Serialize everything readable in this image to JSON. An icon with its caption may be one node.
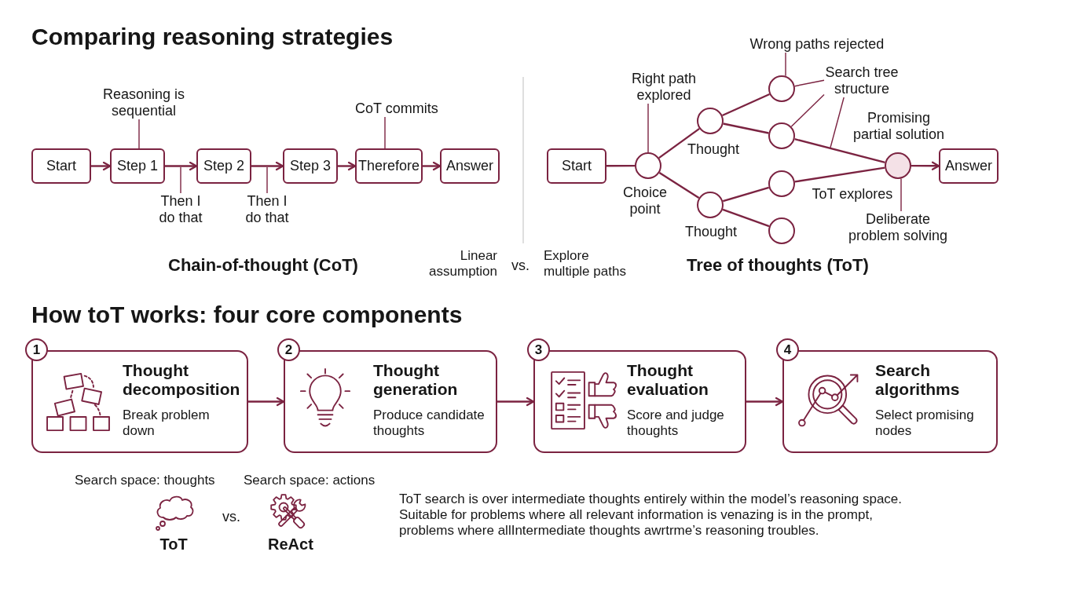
{
  "diagram": {
    "title": "Comparing reasoning strategies",
    "nodes": [
      {
        "text": [
          "Start"
        ]
      },
      {
        "text": [
          "Step 1"
        ]
      },
      {
        "text": [
          "Step 2"
        ]
      },
      {
        "text": [
          "Step 3"
        ]
      },
      {
        "text": [
          "Therefore"
        ]
      },
      {
        "text": [
          "Answer"
        ]
      },
      {
        "text": [
          "Reasoning is sequential"
        ]
      },
      {
        "text": [
          "Then I do that"
        ]
      },
      {
        "text": [
          "Then I do that"
        ]
      },
      {
        "text": [
          "CoT commits"
        ]
      },
      {
        "text": [
          "Start"
        ]
      },
      {
        "text": [],
        "shape": "circle",
        "beside": [
          "Choice point"
        ]
      },
      {
        "text": [],
        "shape": "circle",
        "beside": [
          "Thought"
        ]
      },
      {
        "text": [],
        "shape": "circle",
        "beside": [
          "Thought"
        ]
      },
      {
        "text": [],
        "shape": "circle"
      },
      {
        "text": [],
        "shape": "circle"
      },
      {
        "text": [],
        "shape": "circle"
      },
      {
        "text": [],
        "shape": "circle"
      },
      {
        "text": [],
        "shape": "circle",
        "beside": [
          "Promising partial solution"
        ]
      },
      {
        "text": [
          "Answer"
        ]
      },
      {
        "text": [
          "Right path explored"
        ]
      },
      {
        "text": [
          "Wrong paths rejected"
        ]
      },
      {
        "text": [
          "Search tree structure"
        ]
      },
      {
        "text": [
          "Deliberate problem solving"
        ]
      },
      {
        "text": [
          "1",
          "Thought decomposition",
          "Break problem down"
        ]
      },
      {
        "text": [
          "2",
          "Thought generation",
          "Produce candidate thoughts"
        ]
      },
      {
        "text": [
          "3",
          "Thought evaluation",
          "Score and judge thoughts"
        ]
      },
      {
        "text": [
          "4",
          "Search algorithms",
          "Select promising nodes"
        ]
      }
    ],
    "edges": [
      {
        "from": 0,
        "to": 1,
        "arrow": "to"
      },
      {
        "from": 1,
        "to": 2,
        "arrow": "to"
      },
      {
        "from": 2,
        "to": 3,
        "arrow": "to"
      },
      {
        "from": 3,
        "to": 4,
        "arrow": "to"
      },
      {
        "from": 4,
        "to": 5,
        "arrow": "to"
      },
      {
        "from": 6,
        "to": 1,
        "arrow": "none"
      },
      {
        "from": 7,
        "to": null,
        "arrow": "none"
      },
      {
        "from": 8,
        "to": null,
        "arrow": "none"
      },
      {
        "from": 9,
        "to": 4,
        "arrow": "none"
      },
      {
        "from": 10,
        "to": 11,
        "arrow": "none"
      },
      {
        "from": 11,
        "to": 12,
        "arrow": "none"
      },
      {
        "from": 11,
        "to": 13,
        "arrow": "none"
      },
      {
        "from": 12,
        "to": 14,
        "arrow": "none"
      },
      {
        "from": 12,
        "to": 15,
        "arrow": "none"
      },
      {
        "from": 13,
        "to": 16,
        "arrow": "none"
      },
      {
        "from": 13,
        "to": 17,
        "arrow": "none"
      },
      {
        "from": 15,
        "to": 18,
        "arrow": "none"
      },
      {
        "from": 16,
        "to": 18,
        "arrow": "none"
      },
      {
        "from": 18,
        "to": 19,
        "arrow": "to"
      },
      {
        "from": 20,
        "to": 11,
        "arrow": "none"
      },
      {
        "from": 21,
        "to": 14,
        "arrow": "none"
      },
      {
        "from": 22,
        "to": 14,
        "arrow": "none"
      },
      {
        "from": 22,
        "to": 15,
        "arrow": "none"
      },
      {
        "from": 22,
        "to": null,
        "arrow": "none"
      },
      {
        "from": 23,
        "to": 18,
        "arrow": "none"
      },
      {
        "from": 24,
        "to": 25,
        "arrow": "to"
      },
      {
        "from": 25,
        "to": 26,
        "arrow": "to"
      },
      {
        "from": 26,
        "to": 27,
        "arrow": "to"
      }
    ],
    "labels": [
      "ToT explores",
      "Chain-of-thought (CoT)",
      "Linear assumption",
      "vs.",
      "Explore multiple paths",
      "Tree of thoughts (ToT)",
      "How toT works: four core components",
      "Search space: thoughts",
      "Search space: actions",
      "vs.",
      "ToT",
      "ReAct",
      "ToT search is over intermediate thoughts entirely within the model’s reasoning space. Suitable for problems where all relevant information is venazing is in the prompt, problems where allIntermediate thoughts awrtrme’s reasoning troubles."
    ]
  }
}
